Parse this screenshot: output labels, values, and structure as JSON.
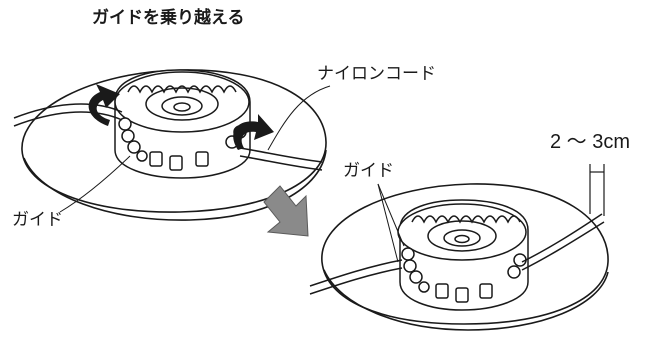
{
  "title": "ガイドを乗り越える",
  "labels": {
    "nylon_cord": "ナイロンコード",
    "guide_left": "ガイド",
    "guide_right": "ガイド",
    "length": "2 ～ 3cm"
  },
  "colors": {
    "line": "#1a1a1a",
    "arrow_fill": "#8a8a8a",
    "background": "#ffffff"
  },
  "icons": {
    "direction": "down-right-arrow",
    "rotation": "curved-arrow"
  }
}
